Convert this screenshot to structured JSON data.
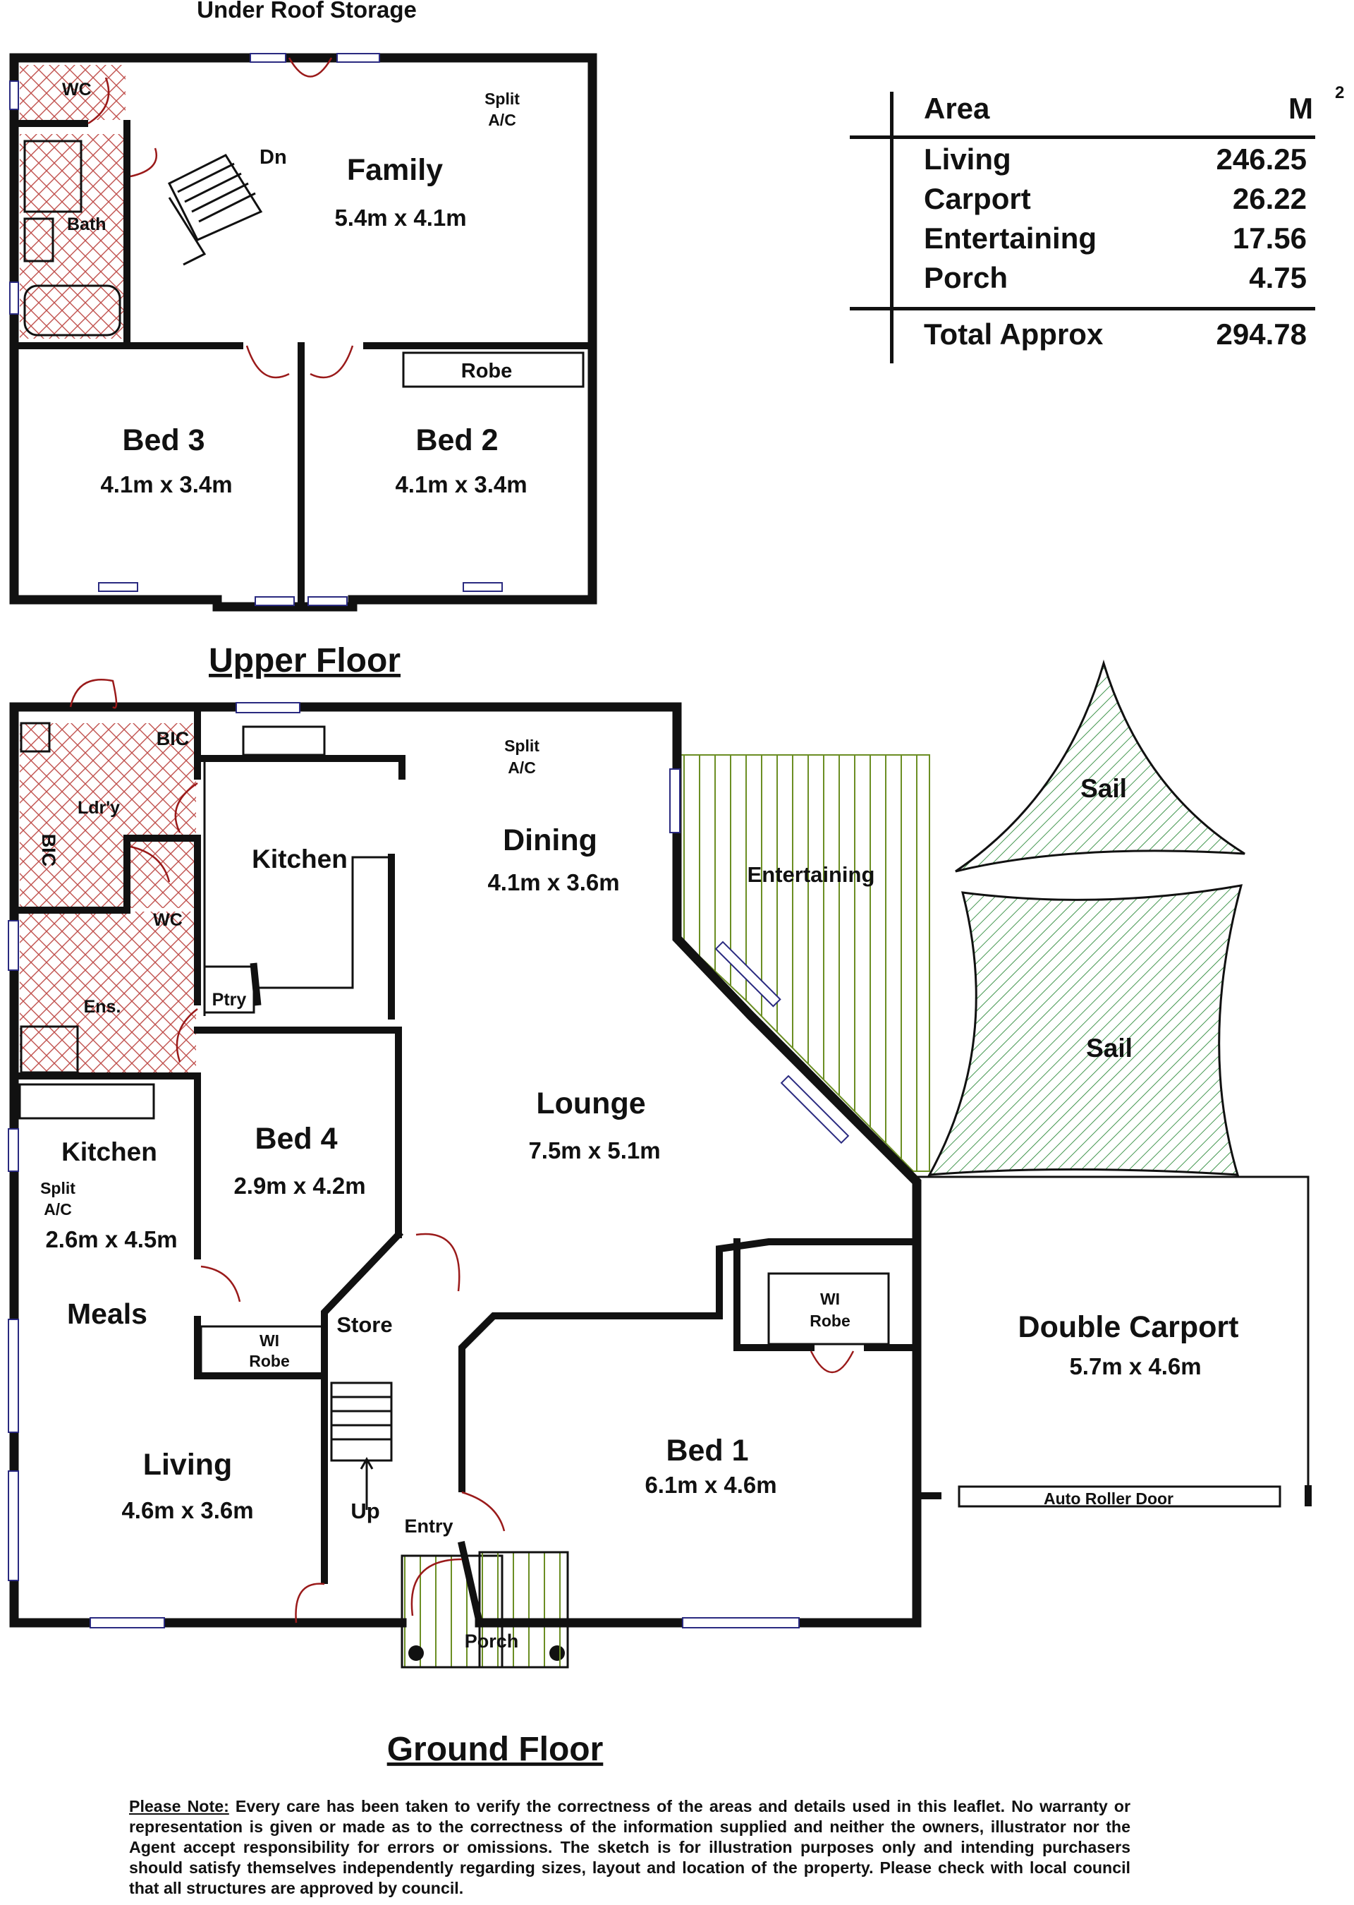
{
  "upper_floor": {
    "heading": "Upper Floor",
    "storage_label": "Under Roof Storage",
    "rooms": {
      "wc": "WC",
      "split_ac_1": "Split",
      "split_ac_2": "A/C",
      "bath": "Bath",
      "stairs": "Dn",
      "family": "Family",
      "family_dims": "5.4m x 4.1m",
      "robe": "Robe",
      "bed3": "Bed 3",
      "bed3_dims": "4.1m x 3.4m",
      "bed2": "Bed 2",
      "bed2_dims": "4.1m x 3.4m"
    }
  },
  "ground_floor": {
    "heading": "Ground Floor",
    "rooms": {
      "bic_top": "BIC",
      "bic_side": "BIC",
      "laundry": "Ldr'y",
      "kitchen_main": "Kitchen",
      "wc": "WC",
      "ensuite": "Ens.",
      "pantry": "Ptry",
      "split_ac_dining_1": "Split",
      "split_ac_dining_2": "A/C",
      "dining": "Dining",
      "dining_dims": "4.1m x 3.6m",
      "entertaining": "Entertaining",
      "sail_1": "Sail",
      "sail_2": "Sail",
      "lounge": "Lounge",
      "lounge_dims": "7.5m x 5.1m",
      "kitchen_2": "Kitchen",
      "split_ac_kitchen_1": "Split",
      "split_ac_kitchen_2": "A/C",
      "kitchen_2_dims": "2.6m x 4.5m",
      "meals": "Meals",
      "bed4": "Bed 4",
      "bed4_dims": "2.9m x 4.2m",
      "wi_robe_bed4_1": "WI",
      "wi_robe_bed4_2": "Robe",
      "store": "Store",
      "stairs_up": "Up",
      "wi_robe_bed1_1": "WI",
      "wi_robe_bed1_2": "Robe",
      "double_carport": "Double Carport",
      "double_carport_dims": "5.7m x 4.6m",
      "auto_roller_door": "Auto Roller Door",
      "bed1": "Bed 1",
      "bed1_dims": "6.1m x 4.6m",
      "living": "Living",
      "living_dims": "4.6m x 3.6m",
      "entry": "Entry",
      "porch": "Porch"
    }
  },
  "area_table": {
    "header_area": "Area",
    "header_unit": "M",
    "header_unit_sup": "2",
    "rows": [
      {
        "label": "Living",
        "value": "246.25"
      },
      {
        "label": "Carport",
        "value": "26.22"
      },
      {
        "label": "Entertaining",
        "value": "17.56"
      },
      {
        "label": "Porch",
        "value": "4.75"
      }
    ],
    "total_label": "Total Approx",
    "total_value": "294.78"
  },
  "disclaimer": {
    "lead": "Please Note:",
    "text": "Every care has been taken to verify the correctness of the areas and details used in this leaflet. No warranty or representation is given or made as to the correctness of the information supplied and neither the owners, illustrator nor the Agent accept responsibility for errors or omissions. The sketch is for illustration purposes only and intending purchasers should satisfy themselves independently regarding sizes, layout and location of the property. Please check with local council that all structures are approved by council."
  },
  "colors": {
    "wall": "#111111",
    "hatch_red": "#c0504d",
    "hatch_green": "#2e8b3c",
    "deck_green": "#6b8e23",
    "window": "#2a2a80",
    "door": "#9a1a1a"
  }
}
